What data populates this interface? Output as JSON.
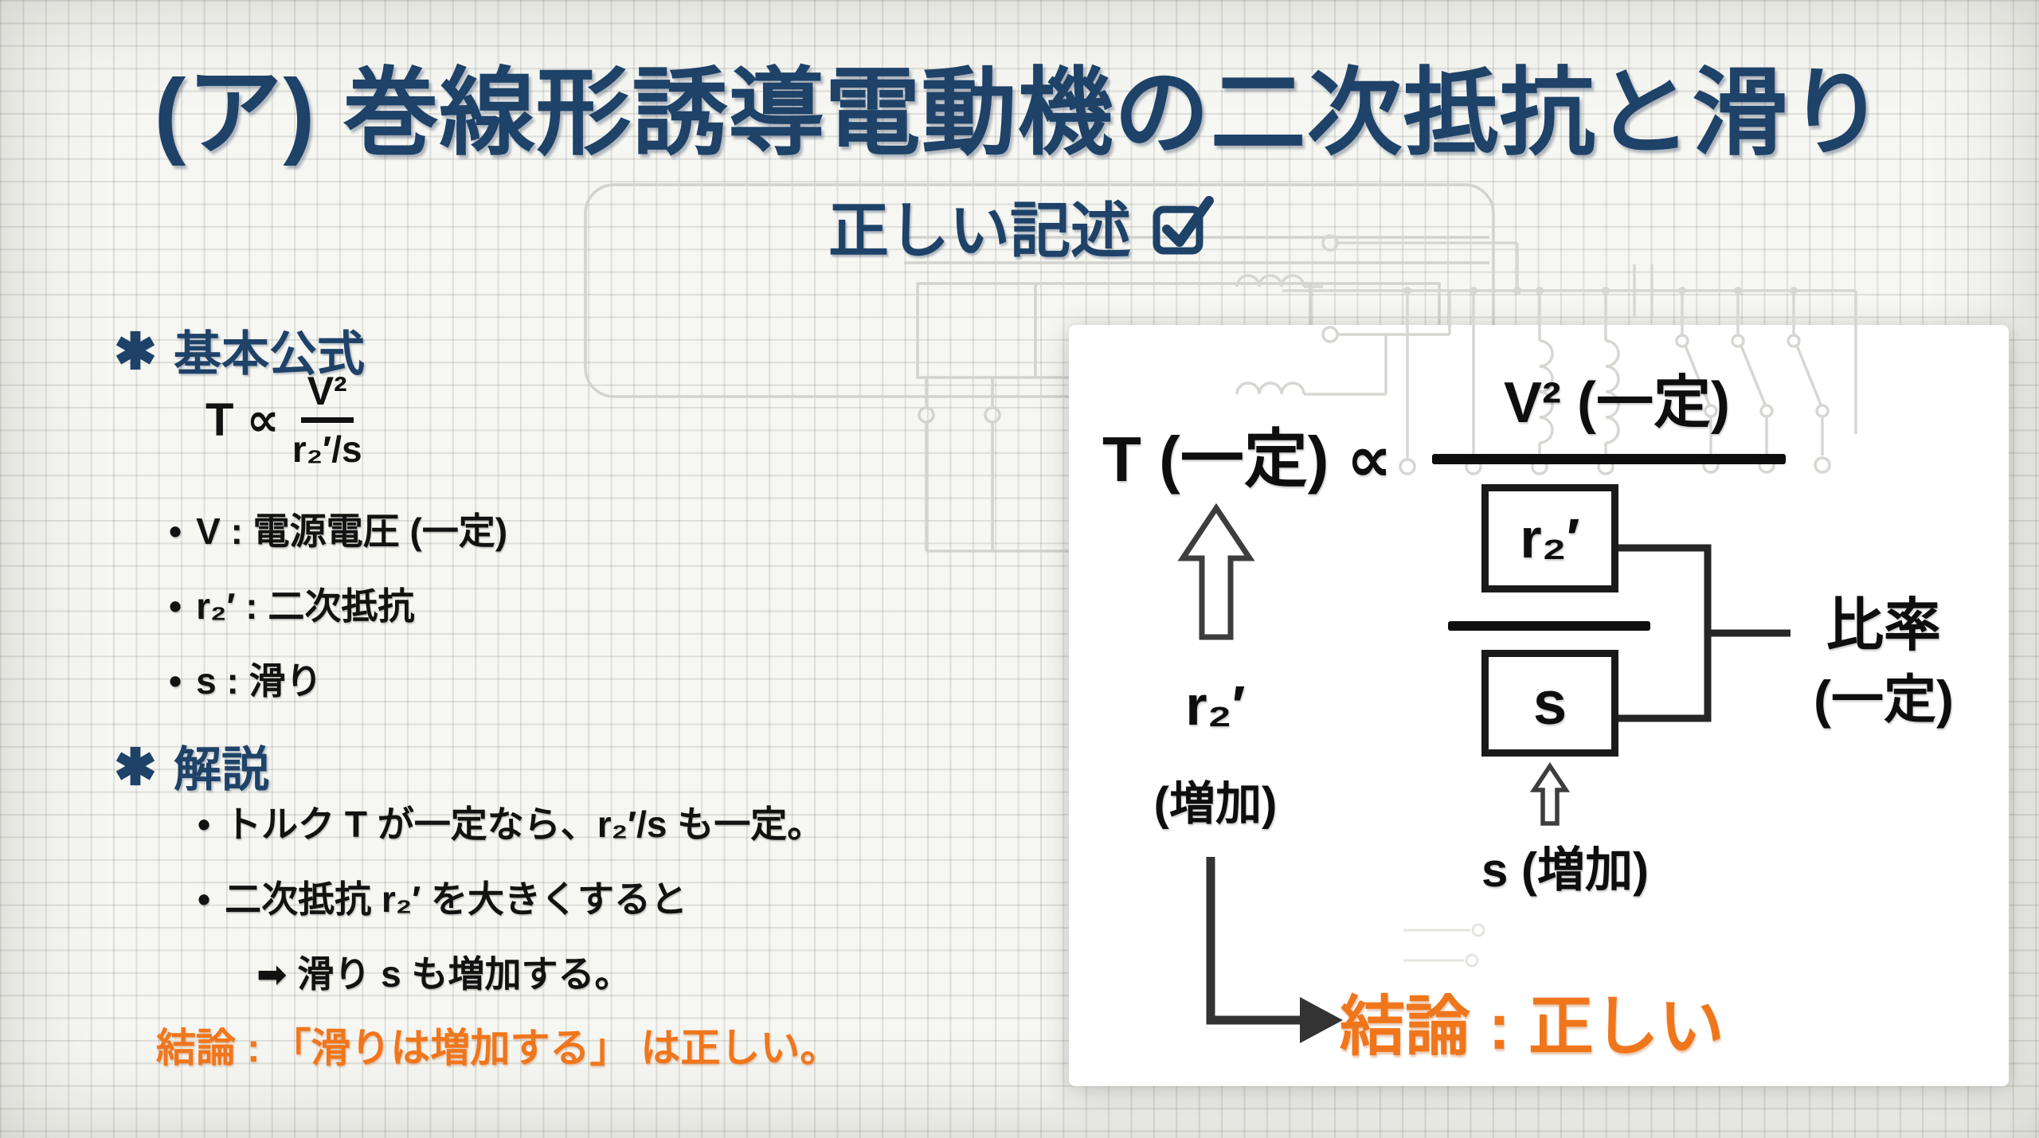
{
  "glyphs": {
    "bullet": "•"
  },
  "colors": {
    "navy": "#1e4268",
    "orange": "#f0761c",
    "ink": "#121212",
    "paper": "#f6f6f2"
  },
  "header": {
    "title": "(ア) 巻線形誘導電動機の二次抵抗と滑り",
    "subtitle": "正しい記述",
    "checkbox_icon": "checked-checkbox"
  },
  "left": {
    "formula_section": {
      "heading": "基本公式",
      "lhs": "T ∝",
      "numerator": "V²",
      "denominator": "r₂′/s"
    },
    "definitions": [
      "V : 電源電圧 (一定)",
      "r₂′ : 二次抵抗",
      "s : 滑り"
    ],
    "explanation_section": {
      "heading": "解説",
      "items": [
        "トルク T が一定なら、r₂′/s も一定。",
        "二次抵抗 r₂′ を大きくすると"
      ],
      "result_line": "➡ 滑り s も増加する。"
    },
    "conclusion": "結論 : 「滑りは増加する」 は正しい。"
  },
  "diagram": {
    "lhs": "T (一定) ∝",
    "numerator": "V² (一定)",
    "r2_box": "r₂′",
    "s_box": "s",
    "ratio_line1": "比率",
    "ratio_line2": "(一定)",
    "r2_arrow_line1": "r₂′",
    "r2_arrow_line2": "(増加)",
    "s_arrow_label": "s (増加)",
    "conclusion": "結論 : 正しい"
  }
}
